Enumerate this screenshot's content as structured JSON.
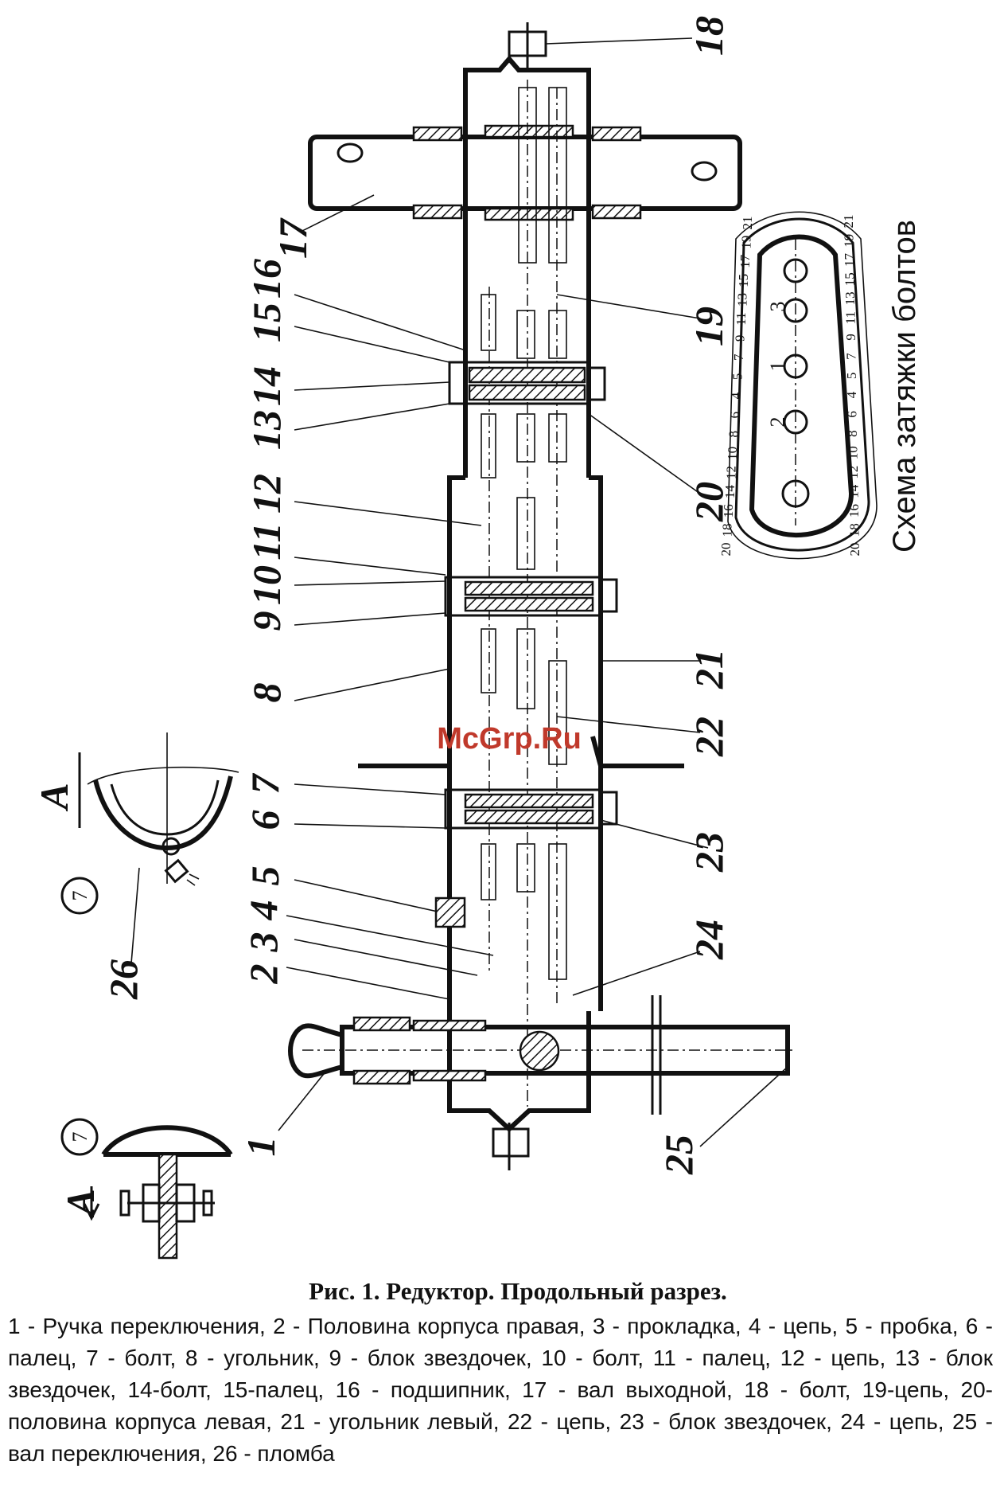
{
  "callouts": [
    "1",
    "2",
    "3",
    "4",
    "5",
    "6",
    "7",
    "8",
    "9",
    "10",
    "11",
    "12",
    "13",
    "14",
    "15",
    "16",
    "17",
    "18",
    "19",
    "20",
    "21",
    "22",
    "23",
    "24",
    "25",
    "26"
  ],
  "section": {
    "letter": "A",
    "circle_label": "7",
    "arrow_label": "A"
  },
  "watermark": "McGrp.Ru",
  "schematic": {
    "title": "Схема затяжки болтов",
    "bolt_numbers": [
      "1",
      "2",
      "3"
    ],
    "sequence_inner": [
      "21",
      "19",
      "17",
      "15",
      "13",
      "11",
      "9",
      "7",
      "5",
      "4",
      "6",
      "8",
      "10",
      "12",
      "14",
      "16",
      "18",
      "20"
    ],
    "sequence_outer": [
      "21",
      "19",
      "17",
      "15",
      "13",
      "11",
      "9",
      "7",
      "5",
      "4",
      "6",
      "8",
      "10",
      "12",
      "14",
      "16",
      "18",
      "20"
    ]
  },
  "caption": {
    "title": "Рис. 1. Редуктор. Продольный разрез.",
    "legend": "1 - Ручка переключения, 2 - Половина корпуса правая, 3 - прокладка, 4 - цепь, 5 - пробка, 6 - палец, 7 - болт, 8 - угольник, 9 - блок звездочек, 10 - болт, 11 - палец, 12 - цепь, 13 - блок звездочек, 14-болт, 15-палец, 16 - подшипник, 17 - вал выходной, 18 - болт, 19-цепь, 20-половина корпуса левая, 21 - угольник левый, 22 - цепь, 23 - блок звездочек, 24 - цепь, 25 - вал переключения, 26 - пломба"
  }
}
